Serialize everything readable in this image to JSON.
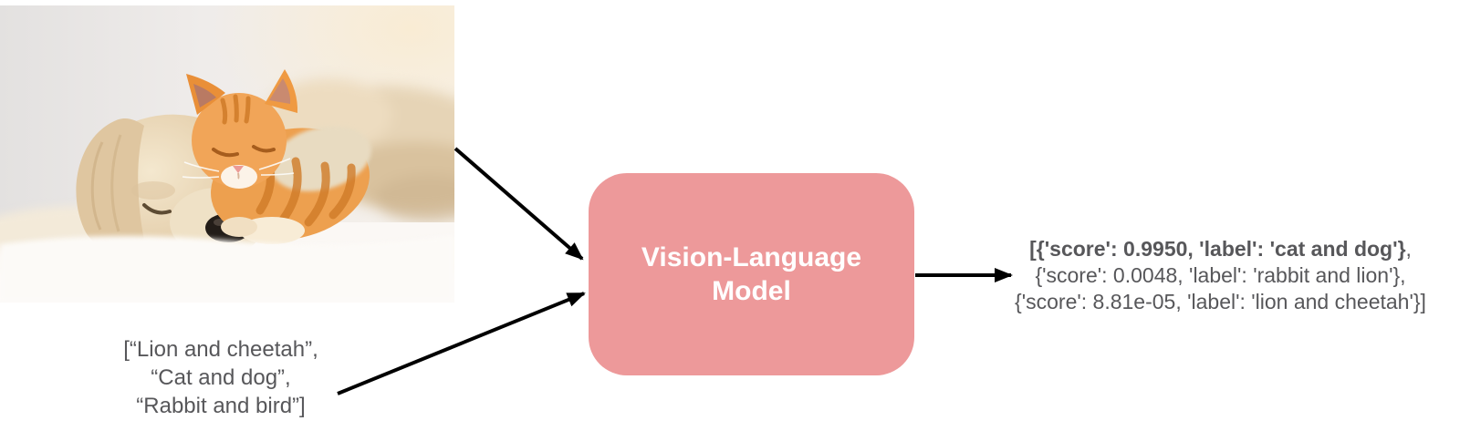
{
  "colors": {
    "model-box-bg": "#ED999A",
    "model-box-text": "#FFFFFF",
    "arrow": "#000000",
    "text-gray": "#57575A"
  },
  "photo": {
    "alt": "Sleeping cream puppy with a ginger kitten resting on its head on a white blanket"
  },
  "input_list": {
    "lines": [
      "[“Lion and cheetah”,",
      "“Cat and dog”,",
      "“Rabbit and bird”]"
    ]
  },
  "model_box": {
    "label": [
      "Vision-Language",
      "Model"
    ]
  },
  "output": {
    "line1_bold": "[{'score': 0.9950, 'label': 'cat and dog'}",
    "line1_tail": ",",
    "line2": "{'score': 0.0048, 'label': 'rabbit and lion'},",
    "line3": "{'score': 8.81e-05, 'label': 'lion and cheetah'}]"
  }
}
